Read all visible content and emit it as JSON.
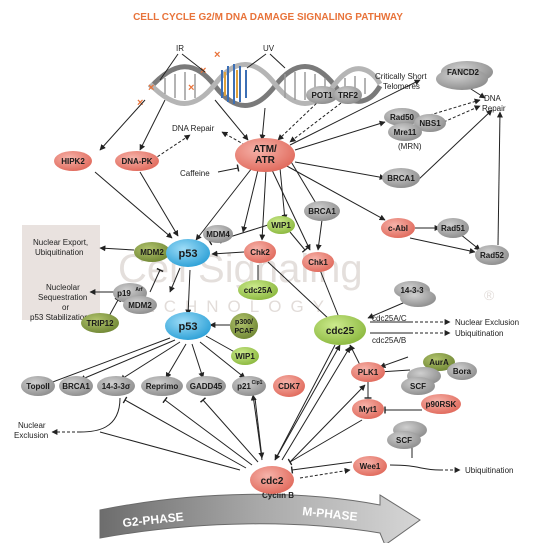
{
  "title": "CELL CYCLE G2/M DNA DAMAGE SIGNALING PATHWAY",
  "watermark": {
    "line1": "Cell Signaling",
    "line2": "TECHNOLOGY",
    "reg": "®"
  },
  "phases": {
    "g2": "G2-PHASE",
    "m": "M-PHASE"
  },
  "labels": {
    "ir": "IR",
    "uv": "UV",
    "telomeres_1": "Critically Short",
    "telomeres_2": "Telomeres",
    "dna_repair_top": "DNA Repair",
    "dna_repair_right_1": "DNA",
    "dna_repair_right_2": "Repair",
    "mrn": "(MRN)",
    "caffeine": "Caffeine",
    "nuclear_export_1": "Nuclear Export,",
    "nuclear_export_2": "Ubiquitination",
    "nucleolar_1": "Nucleolar",
    "nucleolar_2": "Sequestration",
    "nucleolar_3": "or",
    "nucleolar_4": "p53 Stabilization",
    "cdc25ac": "cdc25A/C",
    "cdc25ab": "cdc25A/B",
    "nuclear_exclusion_right": "Nuclear Exclusion",
    "ubiquitination_right": "Ubiquitination",
    "nuclear_exclusion_left_1": "Nuclear",
    "nuclear_exclusion_left_2": "Exclusion",
    "ubiquitination_bottom": "Ubiquitination",
    "cyclin_b": "Cyclin B"
  },
  "nodes": {
    "fancd2": "FANCD2",
    "pot1": "POT1",
    "trf2": "TRF2",
    "rad50": "Rad50",
    "nbs1": "NBS1",
    "mre11": "Mre11",
    "atm": "ATM/",
    "atr": "ATR",
    "hipk2": "HIPK2",
    "dnapk": "DNA-PK",
    "brca1_top": "BRCA1",
    "brca1_mid": "BRCA1",
    "wip1_top": "WIP1",
    "mdm4": "MDM4",
    "mdm2_a": "MDM2",
    "p53_top": "p53",
    "chk2": "Chk2",
    "chk1": "Chk1",
    "cabl": "c-Abl",
    "rad51": "Rad51",
    "rad52": "Rad52",
    "cdc25a": "cdc25A",
    "p19arf": "p19",
    "p19arf_sup": "Arf",
    "mdm2_b": "MDM2",
    "trip12": "TRIP12",
    "p53_bottom": "p53",
    "p300": "p300/",
    "pcaf": "PCAF",
    "cdc25": "cdc25",
    "n1433_right": "14-3-3",
    "wip1_bottom": "WIP1",
    "topoii": "TopoII",
    "brca1_bottom": "BRCA1",
    "n1433s": "14-3-3σ",
    "reprimo": "Reprimo",
    "gadd45": "GADD45",
    "p21": "p21",
    "p21_sup": "Cip1",
    "cdk7": "CDK7",
    "plk1": "PLK1",
    "aura": "AurA",
    "bora": "Bora",
    "scf_top": "SCF",
    "myt1": "Myt1",
    "p90rsk": "p90RSK",
    "scf_bottom": "SCF",
    "wee1": "Wee1",
    "cdc2": "cdc2"
  },
  "colors": {
    "title": "#e8733a",
    "red_node": "#ec8a7e",
    "gray_node": "#a6a6a6",
    "green_node": "#8fa34a",
    "lightgreen_node": "#a9d15c",
    "blue_node": "#45b6e6",
    "arrow_band": "#8a8a8a",
    "dna_blue": "#3c6fb5",
    "dna_gray": "#9a9a9a"
  }
}
